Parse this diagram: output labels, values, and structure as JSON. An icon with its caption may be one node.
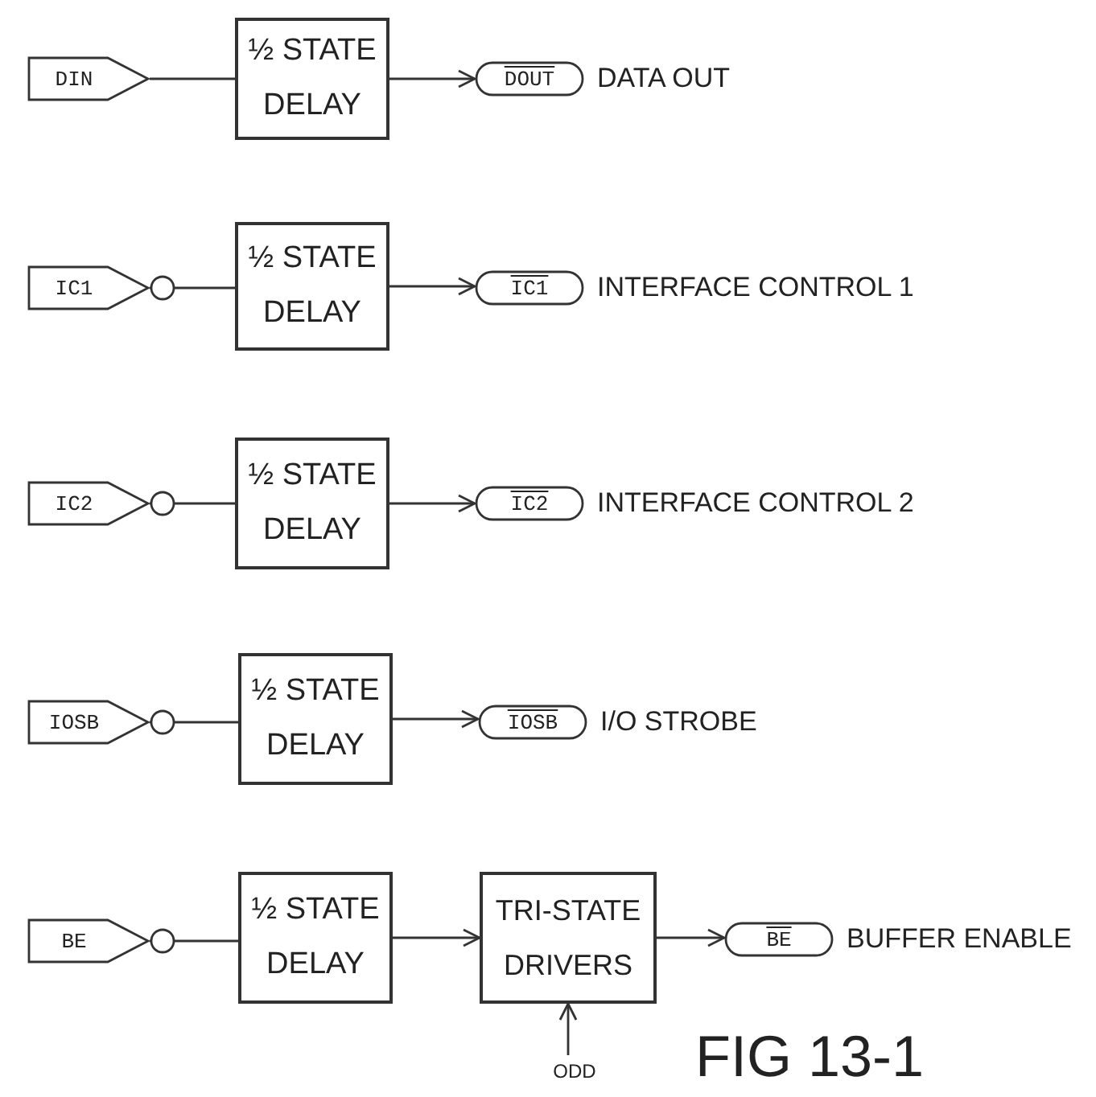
{
  "diagram": {
    "nodes": [
      {
        "text": [
          "DIN"
        ]
      },
      {
        "text": [
          "½ STATE DELAY"
        ]
      },
      {
        "text": [
          "DOUT"
        ],
        "beside": [
          "DATA OUT"
        ]
      },
      {
        "text": [
          "IC1"
        ]
      },
      {
        "text": [
          "½ STATE DELAY"
        ]
      },
      {
        "text": [
          "IC1"
        ],
        "beside": [
          "INTERFACE CONTROL 1"
        ]
      },
      {
        "text": [
          "IC2"
        ]
      },
      {
        "text": [
          "½ STATE DELAY"
        ]
      },
      {
        "text": [
          "IC2"
        ],
        "beside": [
          "INTERFACE CONTROL 2"
        ]
      },
      {
        "text": [
          "IOSB"
        ]
      },
      {
        "text": [
          "½ STATE DELAY"
        ]
      },
      {
        "text": [
          "IOSB"
        ],
        "beside": [
          "I/O STROBE"
        ]
      },
      {
        "text": [
          "BE"
        ]
      },
      {
        "text": [
          "½ STATE DELAY"
        ]
      },
      {
        "text": [
          "TRI-STATE DRIVERS"
        ]
      },
      {
        "text": [
          "BE"
        ],
        "beside": [
          "BUFFER ENABLE"
        ]
      },
      {
        "text": [
          "ODD"
        ]
      }
    ],
    "edges": [
      {
        "from": 0,
        "to": 1,
        "arrow": "none"
      },
      {
        "from": 1,
        "to": 2,
        "arrow": "to"
      },
      {
        "from": 3,
        "to": 4,
        "arrow": "other"
      },
      {
        "from": 4,
        "to": 5,
        "arrow": "to"
      },
      {
        "from": 6,
        "to": 7,
        "arrow": "other"
      },
      {
        "from": 7,
        "to": 8,
        "arrow": "to"
      },
      {
        "from": 9,
        "to": 10,
        "arrow": "other"
      },
      {
        "from": 10,
        "to": 11,
        "arrow": "to"
      },
      {
        "from": 12,
        "to": 13,
        "arrow": "other"
      },
      {
        "from": 13,
        "to": 14,
        "arrow": "to"
      },
      {
        "from": 14,
        "to": 15,
        "arrow": "to"
      },
      {
        "from": 16,
        "to": 14,
        "arrow": "to"
      }
    ],
    "labels": [
      "FIG 13-1"
    ]
  }
}
